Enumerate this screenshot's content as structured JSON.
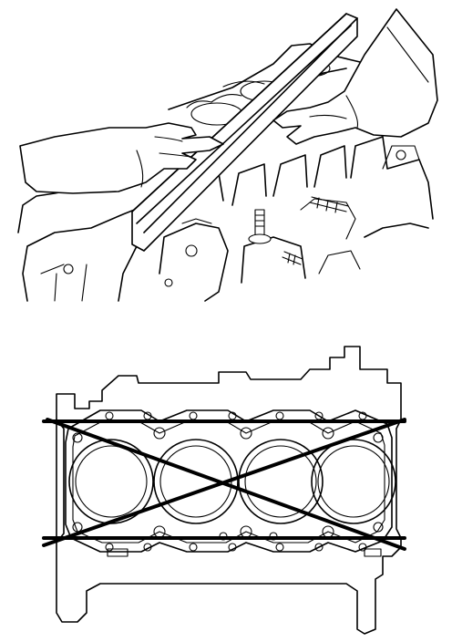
{
  "figure": {
    "top_panel": "straightedge-on-cylinder-block-deck",
    "bottom_panel": "deck-flatness-measurement-lines",
    "cylinders": 4,
    "measurement_line_count": 4,
    "line_color": "#000000",
    "background_color": "#ffffff"
  },
  "icons": {
    "straightedge": "straightedge-icon",
    "hand": "hand-icon",
    "bolt": "bolt-icon"
  }
}
